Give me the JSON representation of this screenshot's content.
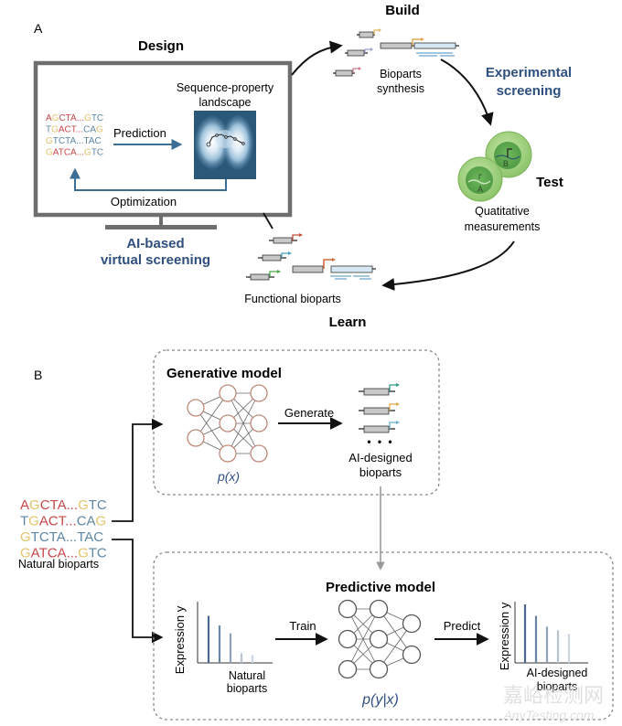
{
  "panel_a": {
    "label": "A",
    "design": {
      "title": "Design",
      "landscape_label_line1": "Sequence-property",
      "landscape_label_line2": "landscape",
      "prediction_label": "Prediction",
      "optimization_label": "Optimization",
      "sequences": [
        [
          {
            "t": "A",
            "c": "red"
          },
          {
            "t": "G",
            "c": "yellow"
          },
          {
            "t": "CTA...",
            "c": "red"
          },
          {
            "t": "G",
            "c": "yellow"
          },
          {
            "t": "TC",
            "c": "blue"
          }
        ],
        [
          {
            "t": "T",
            "c": "blue"
          },
          {
            "t": "G",
            "c": "yellow"
          },
          {
            "t": "ACT...",
            "c": "red"
          },
          {
            "t": "CA",
            "c": "blue"
          },
          {
            "t": "G",
            "c": "yellow"
          }
        ],
        [
          {
            "t": "G",
            "c": "yellow"
          },
          {
            "t": "TCTA...TAC",
            "c": "blue"
          }
        ],
        [
          {
            "t": "G",
            "c": "yellow"
          },
          {
            "t": "ATCA...",
            "c": "red"
          },
          {
            "t": "G",
            "c": "yellow"
          },
          {
            "t": "TC",
            "c": "blue"
          }
        ]
      ],
      "virtual_screening_line1": "AI-based",
      "virtual_screening_line2": "virtual screening"
    },
    "build": {
      "title": "Build",
      "caption_line1": "Bioparts",
      "caption_line2": "synthesis"
    },
    "experimental_line1": "Experimental",
    "experimental_line2": "screening",
    "test": {
      "title": "Test",
      "cell_a_label": "A",
      "cell_b_label": "B",
      "caption_line1": "Quatitative",
      "caption_line2": "measurements"
    },
    "learn": {
      "title": "Learn",
      "caption": "Functional bioparts"
    }
  },
  "panel_b": {
    "label": "B",
    "natural_sequences": [
      [
        {
          "t": "A",
          "c": "red"
        },
        {
          "t": "G",
          "c": "yellow"
        },
        {
          "t": "CTA...",
          "c": "red"
        },
        {
          "t": "G",
          "c": "yellow"
        },
        {
          "t": "TC",
          "c": "blue"
        }
      ],
      [
        {
          "t": "T",
          "c": "blue"
        },
        {
          "t": "G",
          "c": "yellow"
        },
        {
          "t": "ACT...",
          "c": "red"
        },
        {
          "t": "CA",
          "c": "blue"
        },
        {
          "t": "G",
          "c": "yellow"
        }
      ],
      [
        {
          "t": "G",
          "c": "yellow"
        },
        {
          "t": "TCTA...TAC",
          "c": "blue"
        }
      ],
      [
        {
          "t": "G",
          "c": "yellow"
        },
        {
          "t": "ATCA...",
          "c": "red"
        },
        {
          "t": "G",
          "c": "yellow"
        },
        {
          "t": "TC",
          "c": "blue"
        }
      ]
    ],
    "natural_label": "Natural bioparts",
    "generative": {
      "title": "Generative model",
      "formula": "p(x)",
      "generate_label": "Generate",
      "output_dots": "• • •",
      "output_line1": "AI-designed",
      "output_line2": "bioparts"
    },
    "predictive": {
      "title": "Predictive model",
      "formula": "p(y|x)",
      "train_label": "Train",
      "predict_label": "Predict",
      "left_chart": {
        "ylabel": "Expression y",
        "xlabel_line1": "Natural",
        "xlabel_line2": "bioparts",
        "values": [
          0.78,
          0.62,
          0.49,
          0.16,
          0.13
        ]
      },
      "right_chart": {
        "ylabel": "Expression y",
        "xlabel_line1": "AI-designed",
        "xlabel_line2": "bioparts",
        "values": [
          0.97,
          0.78,
          0.6,
          0.54,
          0.48
        ]
      }
    }
  },
  "colors": {
    "red": "#c8474a",
    "yellow": "#e3c46a",
    "blue": "#5e87a4",
    "accent_text": "#2f4f7f",
    "gen_node": "#c08a7a",
    "cell_outer": "#9fcf7e",
    "cell_inner": "#5fae4e",
    "landscape_bg": "#2b5878"
  },
  "watermark": {
    "cn": "嘉峪检测网",
    "en": "AnyTesting.com"
  }
}
